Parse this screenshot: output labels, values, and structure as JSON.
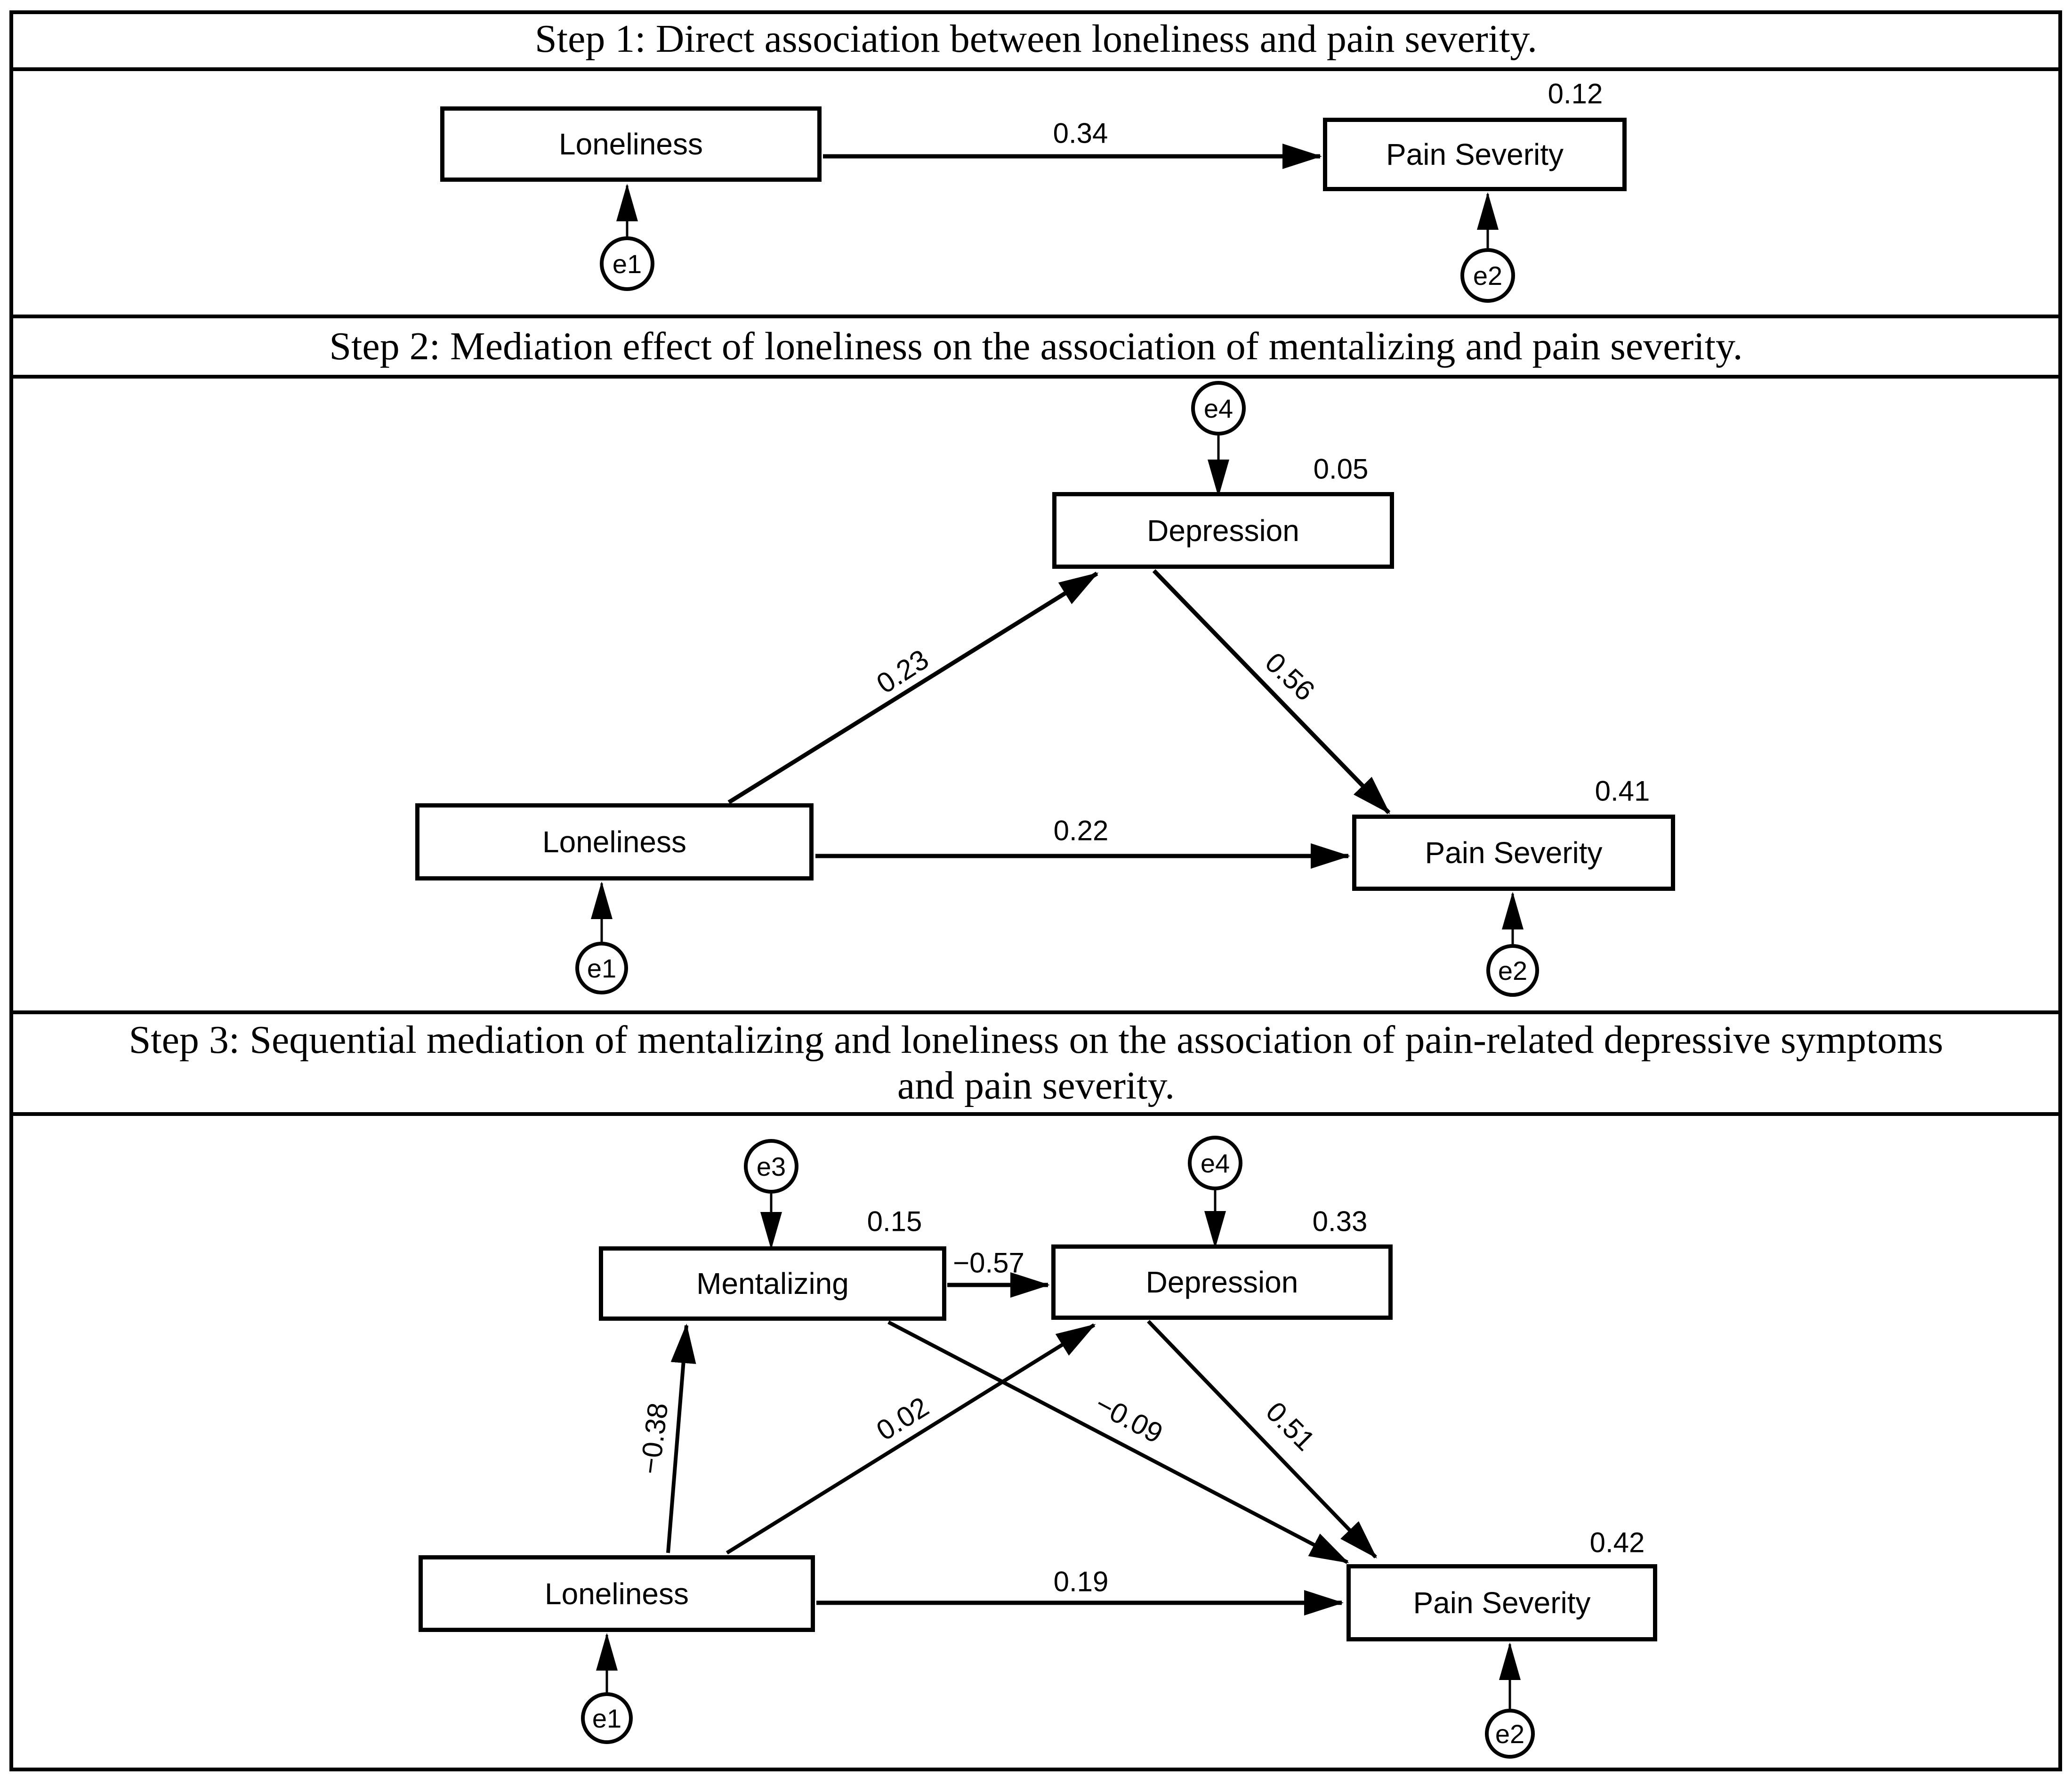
{
  "colors": {
    "line": "#000000",
    "background": "#ffffff",
    "text": "#000000"
  },
  "figure": {
    "step1": {
      "title": "Step 1: Direct association between loneliness and pain severity.",
      "boxes": {
        "loneliness": "Loneliness",
        "pain_severity": "Pain Severity"
      },
      "error_terms": {
        "e1": "e1",
        "e2": "e2"
      },
      "path_coefficients": {
        "loneliness_to_pain": "0.34"
      },
      "variance_estimates": {
        "pain_severity": "0.12"
      }
    },
    "step2": {
      "title": "Step 2: Mediation effect of loneliness on the association of mentalizing and pain severity.",
      "boxes": {
        "loneliness": "Loneliness",
        "depression": "Depression",
        "pain_severity": "Pain Severity"
      },
      "error_terms": {
        "e1": "e1",
        "e2": "e2",
        "e4": "e4"
      },
      "path_coefficients": {
        "loneliness_to_depression": "0.23",
        "depression_to_pain": "0.56",
        "loneliness_to_pain": "0.22"
      },
      "variance_estimates": {
        "depression": "0.05",
        "pain_severity": "0.41"
      }
    },
    "step3": {
      "title_line1": "Step 3: Sequential mediation of mentalizing and loneliness on the association of pain-related depressive symptoms",
      "title_line2": "and pain severity.",
      "boxes": {
        "mentalizing": "Mentalizing",
        "depression": "Depression",
        "loneliness": "Loneliness",
        "pain_severity": "Pain Severity"
      },
      "error_terms": {
        "e1": "e1",
        "e2": "e2",
        "e3": "e3",
        "e4": "e4"
      },
      "path_coefficients": {
        "loneliness_to_mentalizing": "−0.38",
        "mentalizing_to_depression": "−0.57",
        "loneliness_to_depression": "0.02",
        "mentalizing_to_pain": "−0.09",
        "depression_to_pain": "0.51",
        "loneliness_to_pain": "0.19"
      },
      "variance_estimates": {
        "mentalizing": "0.15",
        "depression": "0.33",
        "pain_severity": "0.42"
      }
    }
  }
}
